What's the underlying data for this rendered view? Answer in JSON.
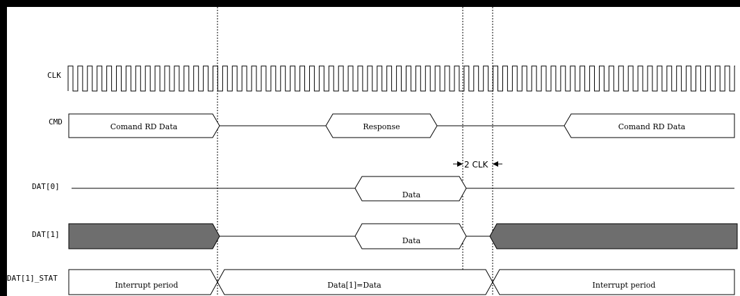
{
  "signals": {
    "clk": "CLK",
    "cmd": "CMD",
    "dat0": "DAT[0]",
    "dat1": "DAT[1]",
    "dat1_stat": "DAT[1]_STAT"
  },
  "cmd_segments": {
    "first": "Comand RD Data",
    "response": "Response",
    "last": "Comand RD Data"
  },
  "dat0_segments": {
    "data": "Data"
  },
  "dat1_segments": {
    "data": "Data"
  },
  "stat_segments": {
    "first": "Interrupt period",
    "middle": "Data[1]=Data",
    "last": "Interrupt period"
  },
  "annotation": {
    "gap": "2 CLK"
  },
  "colors": {
    "line": "#000000",
    "busy_fill": "#6e6e6e",
    "frame": "#000000"
  }
}
